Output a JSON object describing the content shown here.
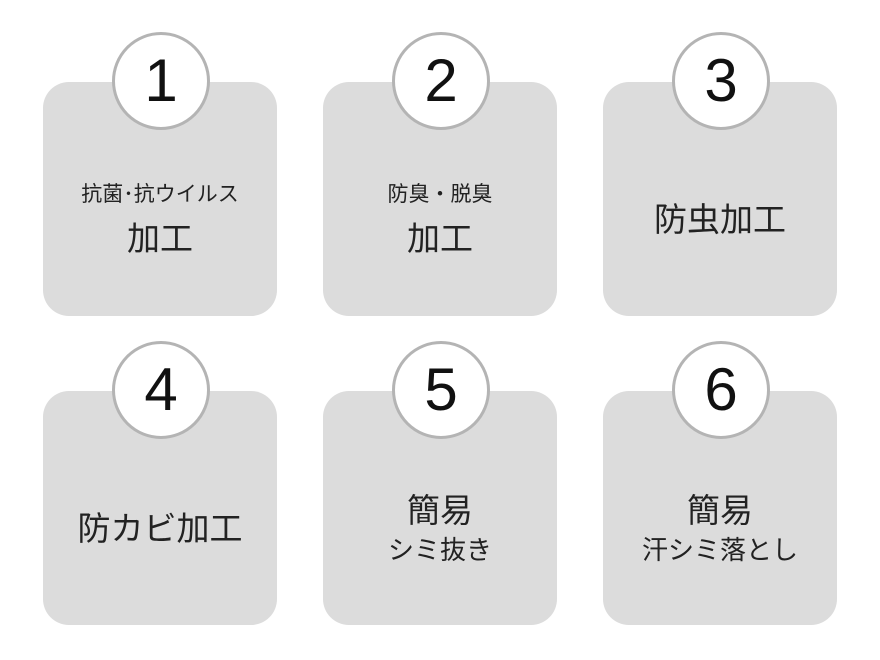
{
  "cards": [
    {
      "number": "1",
      "line1": "抗菌･抗ウイルス",
      "line2": "加工"
    },
    {
      "number": "2",
      "line1": "防臭・脱臭",
      "line2": "加工"
    },
    {
      "number": "3",
      "line1": "防虫加工"
    },
    {
      "number": "4",
      "line1": "防カビ加工"
    },
    {
      "number": "5",
      "line1": "簡易",
      "line2": "シミ抜き"
    },
    {
      "number": "6",
      "line1": "簡易",
      "line2": "汗シミ落とし"
    }
  ]
}
